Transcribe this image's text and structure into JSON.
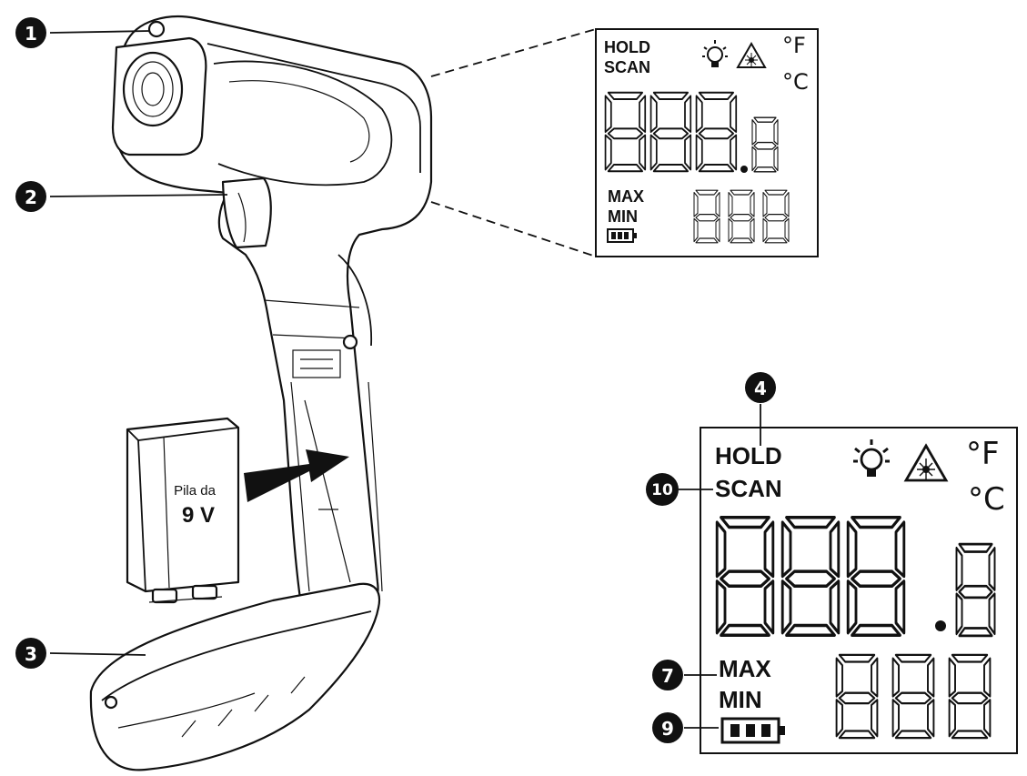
{
  "callouts": {
    "c1": "1",
    "c2": "2",
    "c3": "3",
    "c4": "4",
    "c7": "7",
    "c9": "9",
    "c10": "10"
  },
  "battery": {
    "line1": "Pila da",
    "line2": "9 V"
  },
  "small_lcd": {
    "hold": "HOLD",
    "scan": "SCAN",
    "fahrenheit": "°F",
    "celsius": "°C",
    "max": "MAX",
    "min": "MIN"
  },
  "large_lcd": {
    "hold": "HOLD",
    "scan": "SCAN",
    "fahrenheit": "°F",
    "celsius": "°C",
    "max": "MAX",
    "min": "MIN"
  },
  "icons": [
    "bulb-icon",
    "laser-warning-icon",
    "battery-level-icon"
  ]
}
